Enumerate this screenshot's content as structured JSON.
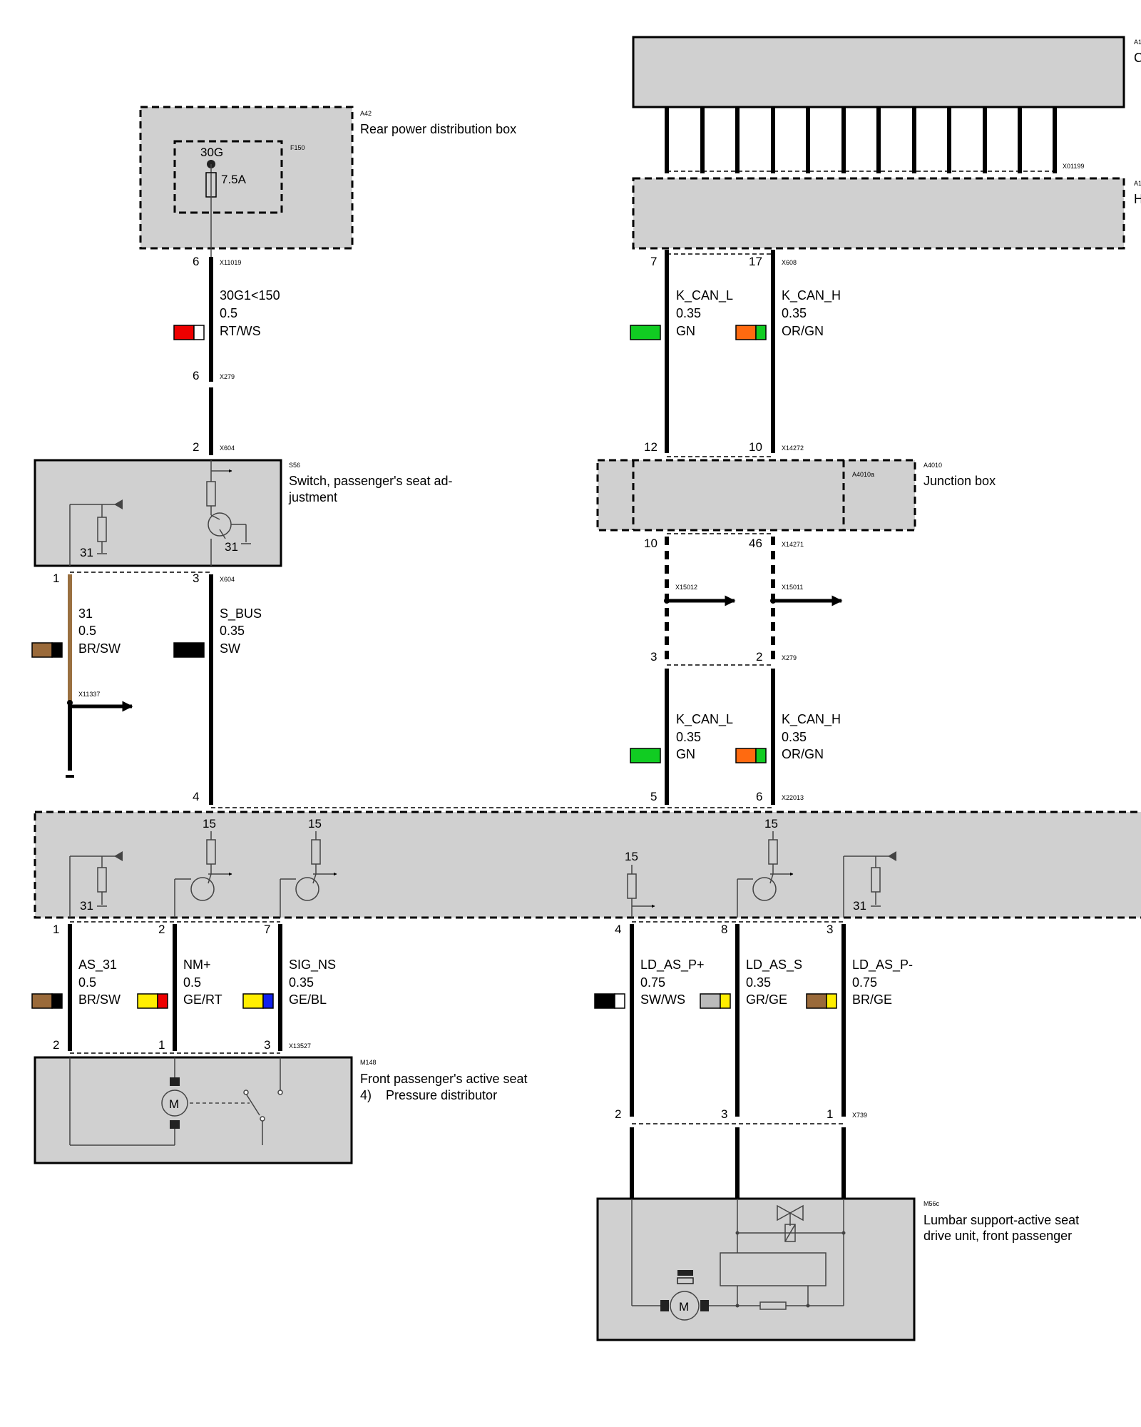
{
  "components": {
    "a42": {
      "id": "A42",
      "name": "Rear power distribution box",
      "fuse_id": "F150",
      "fuse_term": "30G",
      "fuse_rating": "7.5A",
      "connector": "X11019",
      "pin": "6"
    },
    "a1_top": {
      "id": "A1",
      "name_fragment": "C",
      "connector": "X01199"
    },
    "a1_second": {
      "id": "A1",
      "name_fragment": "H",
      "connector": "X608",
      "pin_l": "7",
      "pin_h": "17"
    },
    "x279_top": {
      "connector": "X279",
      "pin": "6"
    },
    "s56": {
      "id": "S56",
      "name_line1": "Switch, passenger's seat ad-",
      "name_line2": "justment",
      "ground_label": "31",
      "connector_in": "X604",
      "pin_in": "2",
      "connector_out": "X604",
      "pin_out_1": "1",
      "pin_out_3": "3"
    },
    "a4010": {
      "id": "A4010",
      "sub_id": "A4010a",
      "name": "Junction box",
      "connector_in": "X14272",
      "pin_in_l": "12",
      "pin_in_h": "10",
      "connector_out": "X14271",
      "pin_out_l": "10",
      "pin_out_h": "46"
    },
    "x15012": {
      "connector": "X15012"
    },
    "x15011": {
      "connector": "X15011"
    },
    "x279_mid": {
      "connector": "X279",
      "pin_l": "3",
      "pin_h": "2"
    },
    "x11337": {
      "connector": "X11337"
    },
    "main_module": {
      "connector": "X22013",
      "pin_sbus": "4",
      "pin_l": "5",
      "pin_h": "6",
      "terminal_15": "15",
      "ground_label": "31",
      "bottom_pins": [
        "1",
        "2",
        "7",
        "4",
        "8",
        "3"
      ]
    },
    "m148": {
      "id": "M148",
      "name": "Front passenger's active seat",
      "sub_number": "4)",
      "sub_name": "Pressure distributor",
      "connector": "X13527",
      "pins": [
        "2",
        "1",
        "3"
      ]
    },
    "x739": {
      "connector": "X739",
      "pins": [
        "2",
        "3",
        "1"
      ]
    },
    "m56c": {
      "id": "M56c",
      "name_line1": "Lumbar support-active seat",
      "name_line2": "drive unit, front passenger"
    }
  },
  "wires": {
    "w30g": {
      "signal": "30G1<150",
      "size": "0.5",
      "color": "RT/WS",
      "swatch": [
        "#ee0000",
        "#ffffff"
      ]
    },
    "can_l_top": {
      "signal": "K_CAN_L",
      "size": "0.35",
      "color": "GN",
      "swatch": [
        "#11cc22",
        "#11cc22"
      ]
    },
    "can_h_top": {
      "signal": "K_CAN_H",
      "size": "0.35",
      "color": "OR/GN",
      "swatch": [
        "#ff6a10",
        "#11cc22"
      ]
    },
    "w31": {
      "signal": "31",
      "size": "0.5",
      "color": "BR/SW",
      "swatch": [
        "#9a6a3a",
        "#000000"
      ]
    },
    "sbus": {
      "signal": "S_BUS",
      "size": "0.35",
      "color": "SW",
      "swatch": [
        "#000000",
        "#000000"
      ]
    },
    "can_l_bot": {
      "signal": "K_CAN_L",
      "size": "0.35",
      "color": "GN",
      "swatch": [
        "#11cc22",
        "#11cc22"
      ]
    },
    "can_h_bot": {
      "signal": "K_CAN_H",
      "size": "0.35",
      "color": "OR/GN",
      "swatch": [
        "#ff6a10",
        "#11cc22"
      ]
    },
    "as31": {
      "signal": "AS_31",
      "size": "0.5",
      "color": "BR/SW",
      "swatch": [
        "#9a6a3a",
        "#000000"
      ]
    },
    "nm": {
      "signal": "NM+",
      "size": "0.5",
      "color": "GE/RT",
      "swatch": [
        "#ffee00",
        "#ee0000"
      ]
    },
    "signs": {
      "signal": "SIG_NS",
      "size": "0.35",
      "color": "GE/BL",
      "swatch": [
        "#ffee00",
        "#1122ee"
      ]
    },
    "ldp": {
      "signal": "LD_AS_P+",
      "size": "0.75",
      "color": "SW/WS",
      "swatch": [
        "#000000",
        "#ffffff"
      ]
    },
    "lds": {
      "signal": "LD_AS_S",
      "size": "0.35",
      "color": "GR/GE",
      "swatch": [
        "#bbbbbb",
        "#ffee00"
      ]
    },
    "ldm": {
      "signal": "LD_AS_P-",
      "size": "0.75",
      "color": "BR/GE",
      "swatch": [
        "#9a6a3a",
        "#ffee00"
      ]
    }
  }
}
